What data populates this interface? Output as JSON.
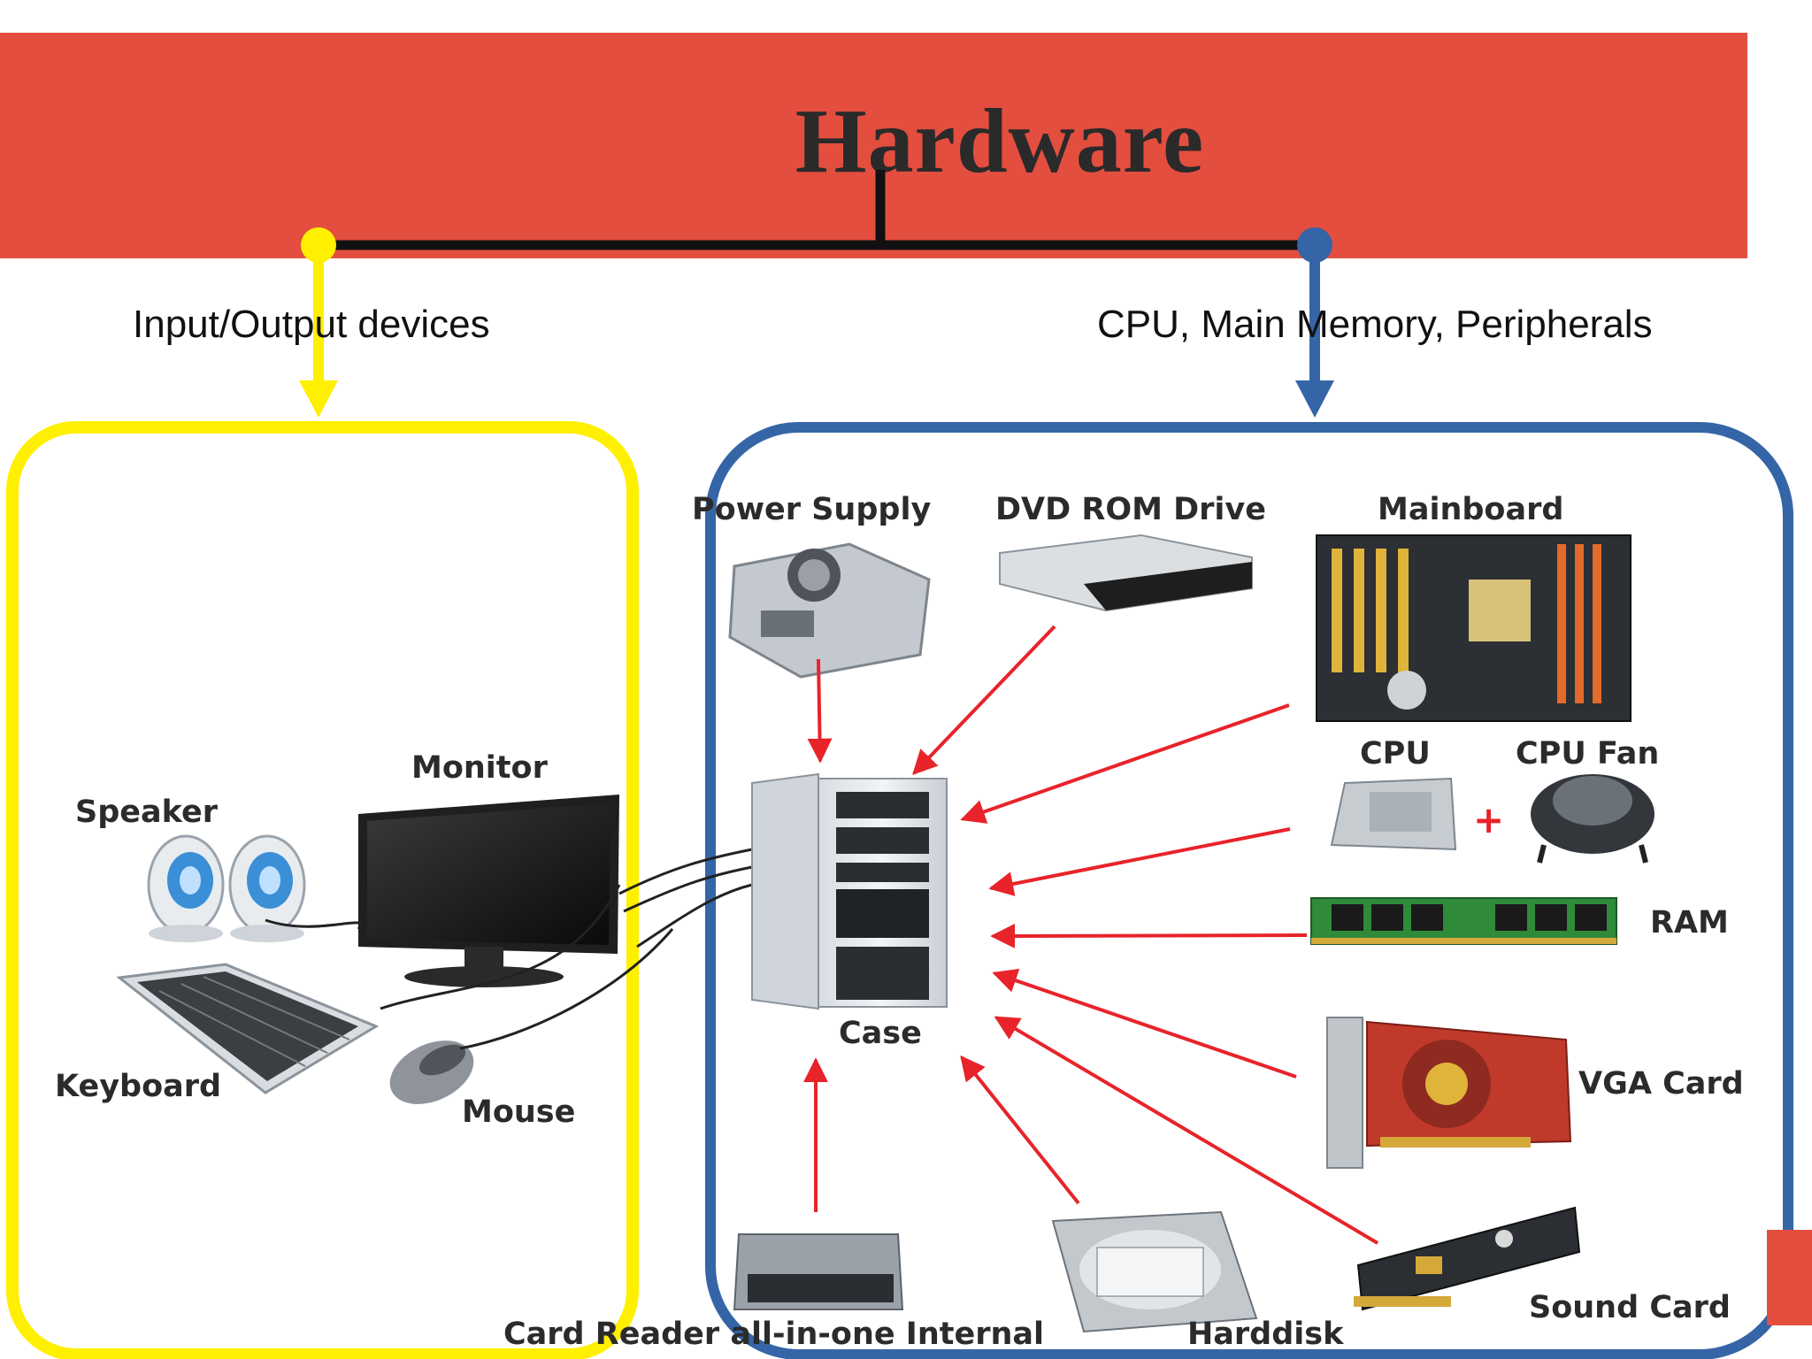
{
  "title": "Hardware",
  "branches": {
    "io": {
      "label": "Input/Output devices",
      "color": "#ffef00"
    },
    "system": {
      "label": "CPU, Main Memory, Peripherals",
      "color": "#3565a7"
    }
  },
  "io_devices": {
    "speaker": "Speaker",
    "monitor": "Monitor",
    "keyboard": "Keyboard",
    "mouse": "Mouse"
  },
  "components": {
    "power_supply": "Power Supply",
    "dvd_rom": "DVD ROM Drive",
    "mainboard": "Mainboard",
    "cpu": "CPU",
    "cpu_fan": "CPU Fan",
    "plus": "+",
    "ram": "RAM",
    "vga_card": "VGA Card",
    "case": "Case",
    "sound_card": "Sound Card",
    "harddisk": "Harddisk",
    "card_reader": "Card Reader all-in-one Internal"
  },
  "colors": {
    "banner": "#e34e3f",
    "arrows": "#e8232a",
    "connector": "#111111"
  }
}
